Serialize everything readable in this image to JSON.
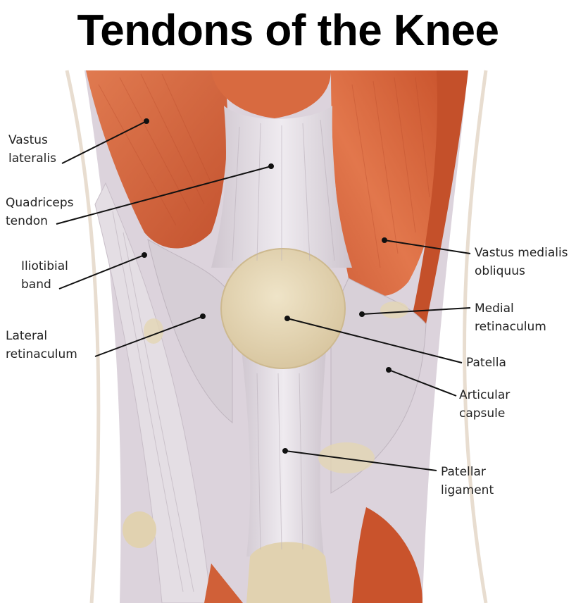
{
  "title": "Tendons of the Knee",
  "colors": {
    "muscle": "#d9683f",
    "muscle_dark": "#b84a2a",
    "tendon": "#e6e1e6",
    "tendon_shade": "#c9c0c8",
    "bone": "#e5d7b8",
    "leader": "#111111"
  },
  "labels": {
    "vastus_lateralis": [
      "Vastus",
      "lateralis"
    ],
    "quadriceps_tendon": [
      "Quadriceps",
      "tendon"
    ],
    "iliotibial_band": [
      "Iliotibial",
      "band"
    ],
    "lateral_retinaculum": [
      "Lateral",
      "retinaculum"
    ],
    "vastus_medialis_obliquus": [
      "Vastus medialis",
      "obliquus"
    ],
    "medial_retinaculum": [
      "Medial",
      "retinaculum"
    ],
    "patella": [
      "Patella"
    ],
    "articular_capsule": [
      "Articular",
      "capsule"
    ],
    "patellar_ligament": [
      "Patellar",
      "ligament"
    ]
  }
}
